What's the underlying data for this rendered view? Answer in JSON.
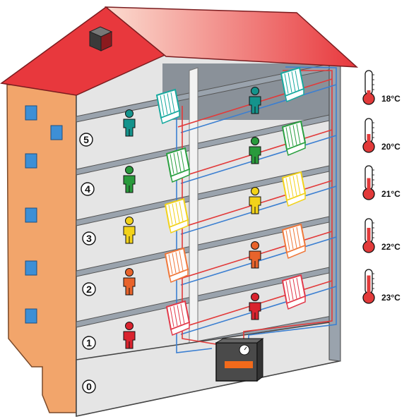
{
  "colors": {
    "roof": "#e8383d",
    "roof_dark": "#c22a2f",
    "facade": "#f2a56b",
    "window": "#3d8fd6",
    "interior": "#e5e5e5",
    "slab": "#9aa3ad",
    "pipe_hot": "#e23a3a",
    "pipe_cold": "#3b7fd1"
  },
  "floors": [
    {
      "number": "0",
      "color": null
    },
    {
      "number": "1",
      "color": "#d9232e"
    },
    {
      "number": "2",
      "color": "#e8632b"
    },
    {
      "number": "3",
      "color": "#f2d21a"
    },
    {
      "number": "4",
      "color": "#2a9a3c"
    },
    {
      "number": "5",
      "color": "#14938c"
    }
  ],
  "thermometers": [
    {
      "label": "18°C",
      "level": 0.2
    },
    {
      "label": "20°C",
      "level": 0.4
    },
    {
      "label": "21°C",
      "level": 0.55
    },
    {
      "label": "22°C",
      "level": 0.7
    },
    {
      "label": "23°C",
      "level": 0.85
    }
  ],
  "icons": {
    "person": "person-icon",
    "radiator": "radiator-icon",
    "boiler": "boiler-icon",
    "thermometer": "thermometer-icon",
    "chimney": "chimney-icon"
  }
}
